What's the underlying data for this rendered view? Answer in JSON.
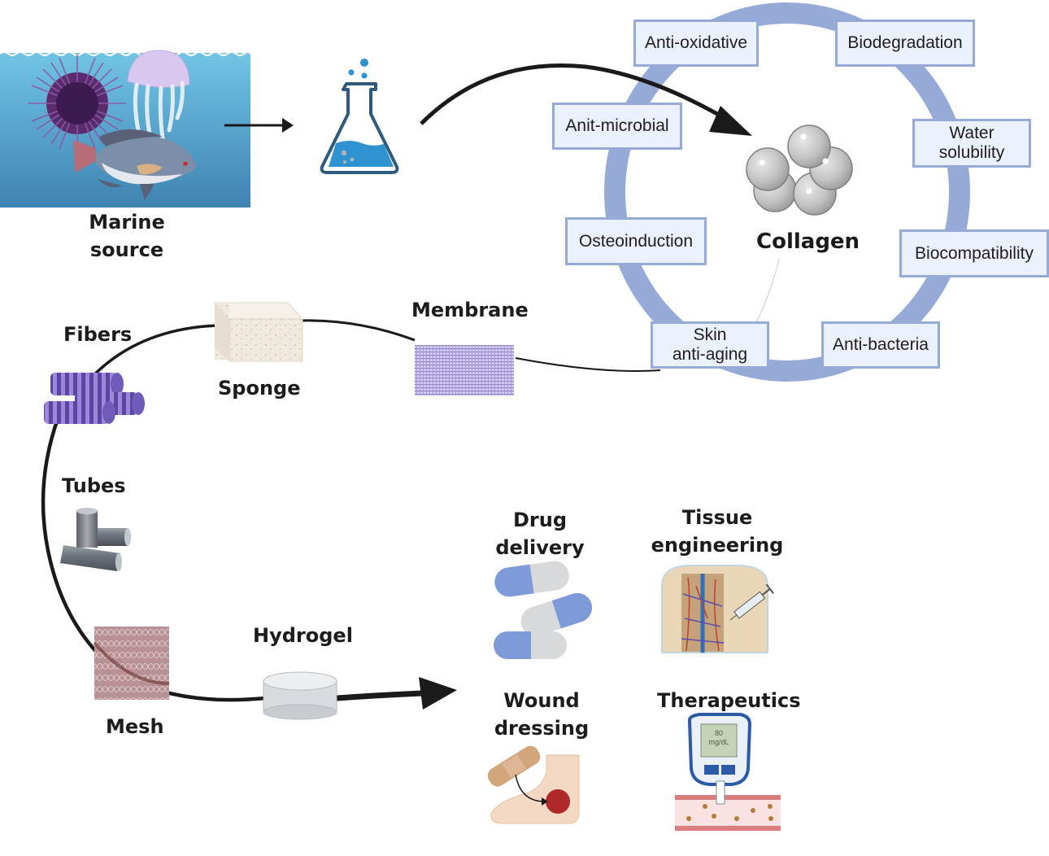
{
  "source": {
    "label_line1": "Marine",
    "label_line2": "source",
    "organisms": [
      "sea-urchin",
      "jellyfish",
      "fish"
    ]
  },
  "extraction": {
    "icon": "flask-icon"
  },
  "collagen": {
    "title": "Collagen",
    "properties": [
      {
        "line1": "Anti-oxidative",
        "line2": ""
      },
      {
        "line1": "Biodegradation",
        "line2": ""
      },
      {
        "line1": "Anit-microbial",
        "line2": ""
      },
      {
        "line1": "Water",
        "line2": "solubility"
      },
      {
        "line1": "Osteoinduction",
        "line2": ""
      },
      {
        "line1": "Biocompatibility",
        "line2": ""
      },
      {
        "line1": "Skin",
        "line2": "anti-aging"
      },
      {
        "line1": "Anti-bacteria",
        "line2": ""
      }
    ]
  },
  "forms": {
    "membrane": "Membrane",
    "sponge": "Sponge",
    "fibers": "Fibers",
    "tubes": "Tubes",
    "mesh": "Mesh",
    "hydrogel": "Hydrogel"
  },
  "applications": {
    "drug_delivery": {
      "line1": "Drug",
      "line2": "delivery"
    },
    "tissue_engineering": {
      "line1": "Tissue",
      "line2": "engineering"
    },
    "wound_dressing": {
      "line1": "Wound",
      "line2": "dressing"
    },
    "therapeutics": {
      "line1": "Therapeutics",
      "line2": ""
    }
  },
  "glucometer": {
    "reading": "80",
    "unit": "mg/dL"
  },
  "colors": {
    "ring": "#95aad6",
    "box_fill": "#eaf1fc",
    "water_top": "#6fc3e3",
    "water_bottom": "#3f86b5",
    "flask": "#2f93cf",
    "arrow": "#1a1a1a"
  }
}
